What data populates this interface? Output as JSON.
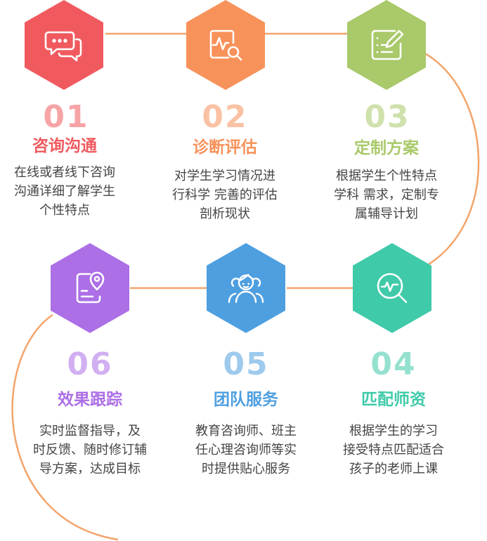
{
  "steps": [
    {
      "number": "01",
      "title": "咨询沟通",
      "desc": [
        "在线或者线下咨询",
        "沟通详细了解学生",
        "个性特点"
      ],
      "color": "#f05a5f",
      "icon": "chat-bubbles-icon"
    },
    {
      "number": "02",
      "title": "诊断评估",
      "desc": [
        "对学生学习情况进",
        "行科学 完善的评估",
        "剖析现状"
      ],
      "color": "#f7925a",
      "icon": "report-magnifier-icon"
    },
    {
      "number": "03",
      "title": "定制方案",
      "desc": [
        "根据学生个性特点",
        "学科 需求，定制专",
        "属辅导计划"
      ],
      "color": "#a9c96a",
      "icon": "checklist-pen-icon"
    },
    {
      "number": "04",
      "title": "匹配师资",
      "desc": [
        "根据学生的学习",
        "接受特点匹配适合",
        "孩子的老师上课"
      ],
      "color": "#3fcaa9",
      "icon": "pulse-magnifier-icon"
    },
    {
      "number": "05",
      "title": "团队服务",
      "desc": [
        "教育咨询师、班主",
        "任心理咨询师等实",
        "时提供贴心服务"
      ],
      "color": "#4e9fe0",
      "icon": "team-people-icon"
    },
    {
      "number": "06",
      "title": "效果跟踪",
      "desc": [
        "实时监督指导，及",
        "时反馈、随时修订辅",
        "导方案，达成目标"
      ],
      "color": "#ac6fe6",
      "icon": "document-location-icon"
    }
  ],
  "connector_color": "#f3a46a"
}
